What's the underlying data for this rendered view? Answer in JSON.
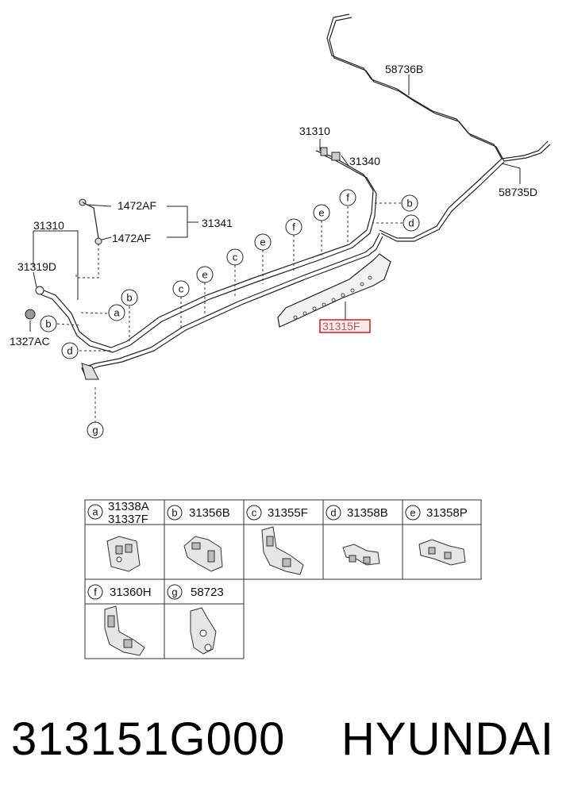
{
  "labels": {
    "p58736B": "58736B",
    "p31310_top": "31310",
    "p31340": "31340",
    "p58735D": "58735D",
    "p1472AF_1": "1472AF",
    "p1472AF_2": "1472AF",
    "p31341": "31341",
    "p31310_left": "31310",
    "p31319D": "31319D",
    "p1327AC": "1327AC",
    "p31315F": "31315F"
  },
  "callouts": {
    "a": "a",
    "b": "b",
    "c": "c",
    "d": "d",
    "e": "e",
    "f": "f",
    "g": "g"
  },
  "table": {
    "row1": [
      {
        "letter": "a",
        "codes": [
          "31338A",
          "31337F"
        ]
      },
      {
        "letter": "b",
        "codes": [
          "31356B"
        ]
      },
      {
        "letter": "c",
        "codes": [
          "31355F"
        ]
      },
      {
        "letter": "d",
        "codes": [
          "31358B"
        ]
      },
      {
        "letter": "e",
        "codes": [
          "31358P"
        ]
      }
    ],
    "row2": [
      {
        "letter": "f",
        "codes": [
          "31360H"
        ]
      },
      {
        "letter": "g",
        "codes": [
          "58723"
        ]
      }
    ]
  },
  "footer": {
    "part_number": "313151G000",
    "brand": "HYUNDAI"
  },
  "highlight_color": "#d0201a"
}
